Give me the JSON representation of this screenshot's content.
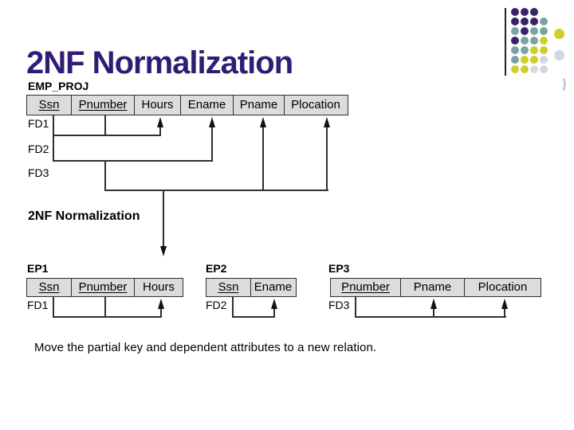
{
  "slide": {
    "title": "2NF Normalization",
    "figure_label": "2NF Normalization",
    "caption": "Move the partial key and dependent attributes to a new relation."
  },
  "relations": [
    {
      "name": "EMP_PROJ",
      "columns": [
        {
          "label": "Ssn",
          "key": true
        },
        {
          "label": "Pnumber",
          "key": true
        },
        {
          "label": "Hours",
          "key": false
        },
        {
          "label": "Ename",
          "key": false
        },
        {
          "label": "Pname",
          "key": false
        },
        {
          "label": "Plocation",
          "key": false
        }
      ],
      "fds": [
        {
          "label": "FD1",
          "determinant": [
            "Ssn",
            "Pnumber"
          ],
          "dependents": [
            "Hours"
          ]
        },
        {
          "label": "FD2",
          "determinant": [
            "Ssn"
          ],
          "dependents": [
            "Ename"
          ]
        },
        {
          "label": "FD3",
          "determinant": [
            "Pnumber"
          ],
          "dependents": [
            "Pname",
            "Plocation"
          ]
        }
      ]
    },
    {
      "name": "EP1",
      "columns": [
        {
          "label": "Ssn",
          "key": true
        },
        {
          "label": "Pnumber",
          "key": true
        },
        {
          "label": "Hours",
          "key": false
        }
      ],
      "fds": [
        {
          "label": "FD1",
          "determinant": [
            "Ssn",
            "Pnumber"
          ],
          "dependents": [
            "Hours"
          ]
        }
      ]
    },
    {
      "name": "EP2",
      "columns": [
        {
          "label": "Ssn",
          "key": true
        },
        {
          "label": "Ename",
          "key": false
        }
      ],
      "fds": [
        {
          "label": "FD2",
          "determinant": [
            "Ssn"
          ],
          "dependents": [
            "Ename"
          ]
        }
      ]
    },
    {
      "name": "EP3",
      "columns": [
        {
          "label": "Pnumber",
          "key": true
        },
        {
          "label": "Pname",
          "key": false
        },
        {
          "label": "Plocation",
          "key": false
        }
      ],
      "fds": [
        {
          "label": "FD3",
          "determinant": [
            "Pnumber"
          ],
          "dependents": [
            "Pname",
            "Plocation"
          ]
        }
      ]
    }
  ],
  "decoration": {
    "palette": {
      "P": "#3a2268",
      "T": "#79a3a5",
      "Y": "#cdd02b",
      "L": "#d4d5e8",
      "G": "#d9dade"
    },
    "dot_grid": [
      [
        "P",
        "P",
        "P",
        null
      ],
      [
        "P",
        "P",
        "P",
        "T"
      ],
      [
        "T",
        "P",
        "T",
        "T"
      ],
      [
        "P",
        "T",
        "T",
        "Y"
      ],
      [
        "T",
        "T",
        "Y",
        "Y"
      ],
      [
        "T",
        "Y",
        "Y",
        "L"
      ],
      [
        "Y",
        "Y",
        "G",
        "L"
      ]
    ],
    "outlier_dots": [
      {
        "color": "Y"
      },
      {
        "color": "L"
      }
    ]
  },
  "colors": {
    "title": "#301c74",
    "table_header_bg": "#dcdcdc",
    "diagram_line": "#2f2f2f"
  }
}
